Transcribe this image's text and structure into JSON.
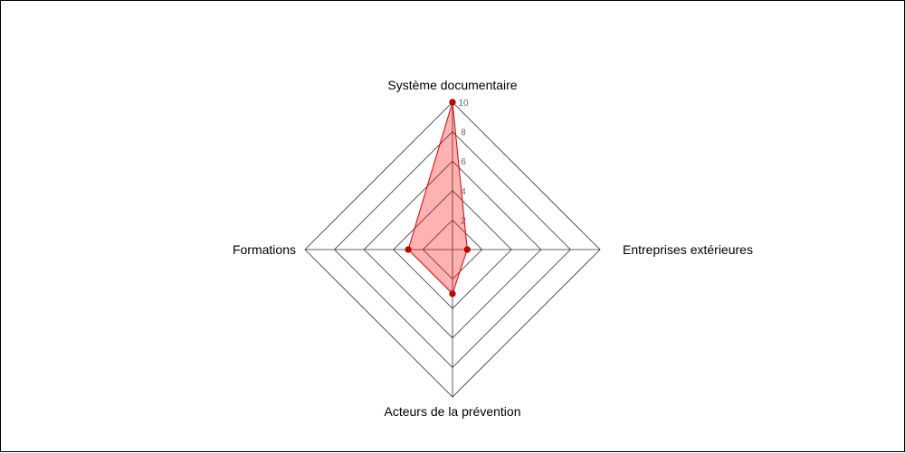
{
  "chart_data": {
    "type": "radar",
    "categories": [
      "Système documentaire",
      "Entreprises extérieures",
      "Acteurs de la prévention",
      "Formations"
    ],
    "series": [
      {
        "values": [
          10,
          1,
          3,
          3
        ]
      }
    ],
    "range": [
      0,
      10
    ],
    "ticks": [
      "2",
      "4",
      "6",
      "8",
      "10"
    ],
    "grid": true,
    "colors": {
      "fill": "#ff0000",
      "fill_opacity": 0.3,
      "line": "#dd0000",
      "marker": "#cc0000",
      "grid": "#333333"
    }
  }
}
